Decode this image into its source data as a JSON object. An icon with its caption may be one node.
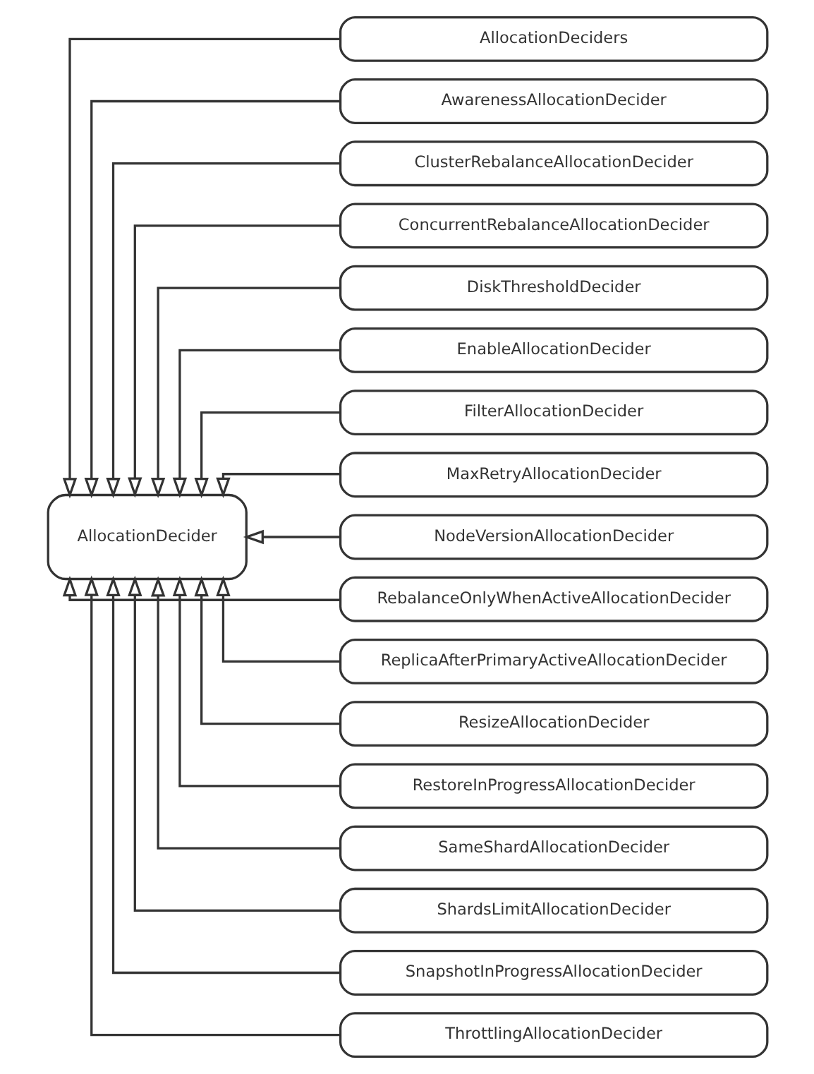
{
  "diagram": {
    "nodes": [
      {
        "text": [
          "AllocationDecider"
        ]
      },
      {
        "text": [
          "AllocationDeciders"
        ]
      },
      {
        "text": [
          "AwarenessAllocationDecider"
        ]
      },
      {
        "text": [
          "ClusterRebalanceAllocationDecider"
        ]
      },
      {
        "text": [
          "ConcurrentRebalanceAllocationDecider"
        ]
      },
      {
        "text": [
          "DiskThresholdDecider"
        ]
      },
      {
        "text": [
          "EnableAllocationDecider"
        ]
      },
      {
        "text": [
          "FilterAllocationDecider"
        ]
      },
      {
        "text": [
          "MaxRetryAllocationDecider"
        ]
      },
      {
        "text": [
          "NodeVersionAllocationDecider"
        ]
      },
      {
        "text": [
          "RebalanceOnlyWhenActiveAllocationDecider"
        ]
      },
      {
        "text": [
          "ReplicaAfterPrimaryActiveAllocationDecider"
        ]
      },
      {
        "text": [
          "ResizeAllocationDecider"
        ]
      },
      {
        "text": [
          "RestoreInProgressAllocationDecider"
        ]
      },
      {
        "text": [
          "SameShardAllocationDecider"
        ]
      },
      {
        "text": [
          "ShardsLimitAllocationDecider"
        ]
      },
      {
        "text": [
          "SnapshotInProgressAllocationDecider"
        ]
      },
      {
        "text": [
          "ThrottlingAllocationDecider"
        ]
      }
    ],
    "edges": [
      {
        "from": 1,
        "to": 0,
        "arrow": "to"
      },
      {
        "from": 2,
        "to": 0,
        "arrow": "to"
      },
      {
        "from": 3,
        "to": 0,
        "arrow": "to"
      },
      {
        "from": 4,
        "to": 0,
        "arrow": "to"
      },
      {
        "from": 5,
        "to": 0,
        "arrow": "to"
      },
      {
        "from": 6,
        "to": 0,
        "arrow": "to"
      },
      {
        "from": 7,
        "to": 0,
        "arrow": "to"
      },
      {
        "from": 8,
        "to": 0,
        "arrow": "to"
      },
      {
        "from": 9,
        "to": 0,
        "arrow": "to"
      },
      {
        "from": 10,
        "to": 0,
        "arrow": "to"
      },
      {
        "from": 11,
        "to": 0,
        "arrow": "to"
      },
      {
        "from": 12,
        "to": 0,
        "arrow": "to"
      },
      {
        "from": 13,
        "to": 0,
        "arrow": "to"
      },
      {
        "from": 14,
        "to": 0,
        "arrow": "to"
      },
      {
        "from": 15,
        "to": 0,
        "arrow": "to"
      },
      {
        "from": 16,
        "to": 0,
        "arrow": "to"
      },
      {
        "from": 17,
        "to": 0,
        "arrow": "to"
      }
    ]
  }
}
